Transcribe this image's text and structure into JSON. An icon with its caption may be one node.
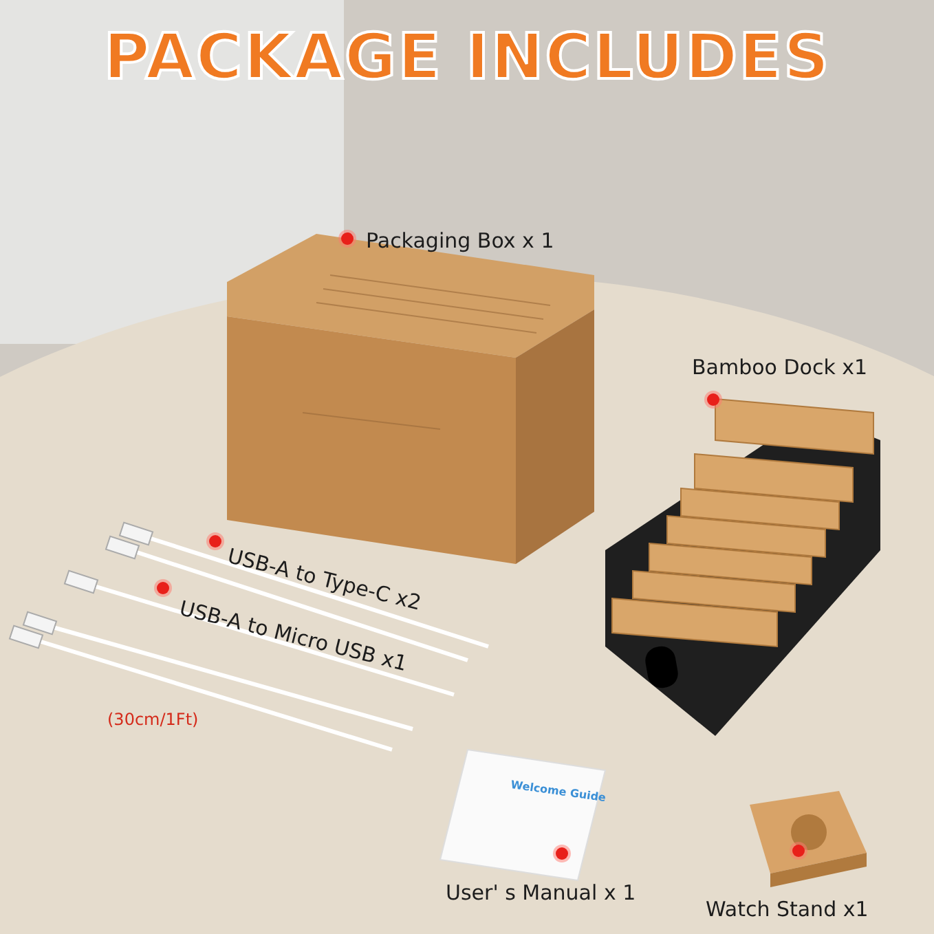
{
  "diagram": {
    "title": "PACKAGE INCLUDES",
    "labels": [
      "Packaging Box x 1",
      "Bamboo Dock x1",
      "USB-A to Type-C x2",
      "USB-A to Micro USB x1",
      "(30cm/1Ft)",
      "Welcome Guide",
      "User' s Manual x 1",
      "Watch Stand x1"
    ]
  }
}
